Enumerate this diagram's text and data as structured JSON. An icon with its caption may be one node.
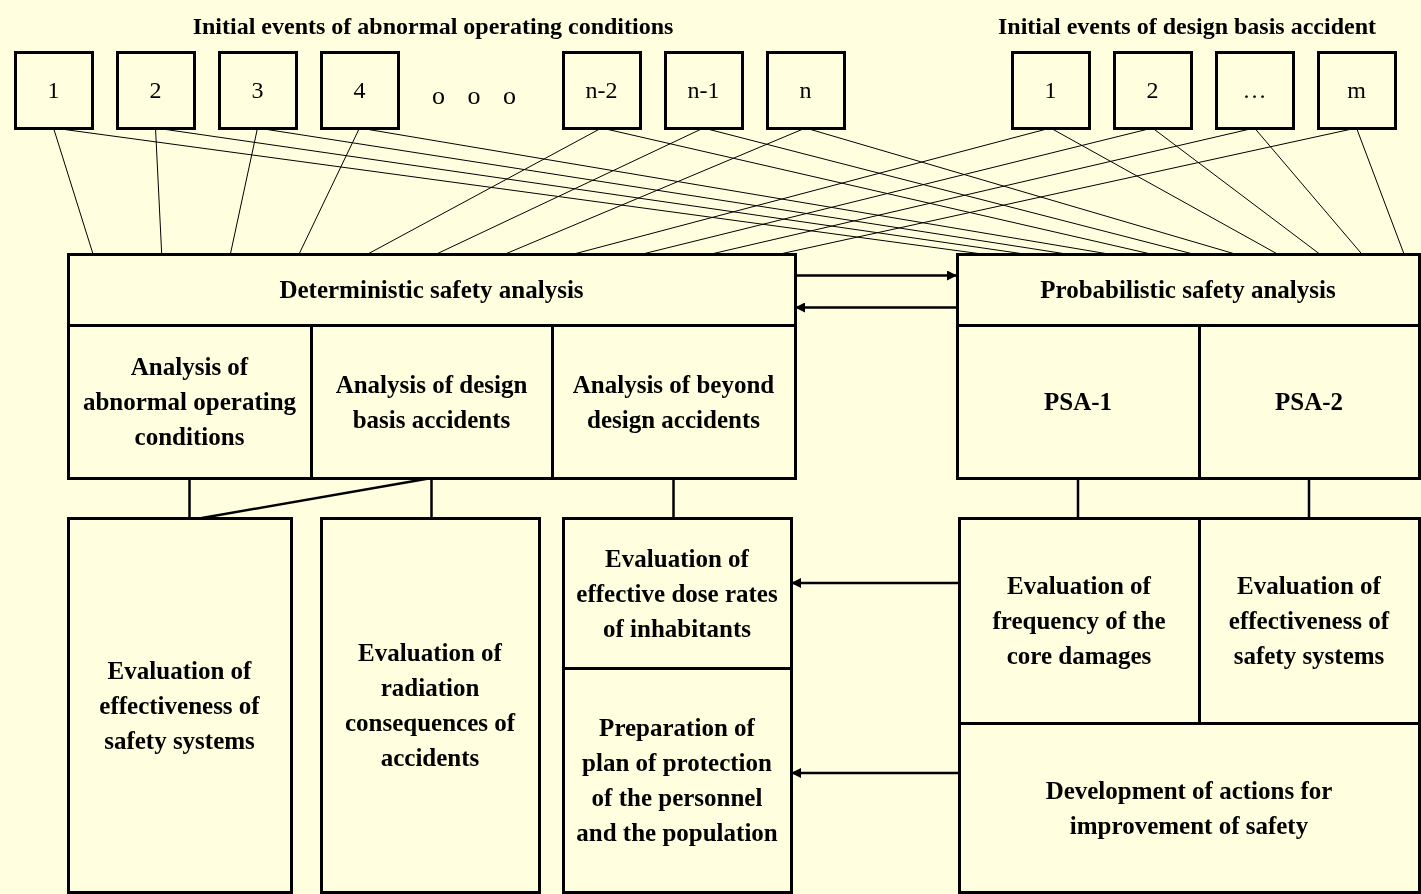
{
  "diagram": {
    "nodes": [
      {
        "text": [
          "1"
        ]
      },
      {
        "text": [
          "2"
        ]
      },
      {
        "text": [
          "3"
        ]
      },
      {
        "text": [
          "4"
        ]
      },
      {
        "text": [
          "n-2"
        ]
      },
      {
        "text": [
          "n-1"
        ]
      },
      {
        "text": [
          "n"
        ]
      },
      {
        "text": [
          "1"
        ]
      },
      {
        "text": [
          "2"
        ]
      },
      {
        "text": [
          "…"
        ]
      },
      {
        "text": [
          "m"
        ]
      },
      {
        "text": [
          "Deterministic safety analysis"
        ]
      },
      {
        "text": [
          "Analysis of abnormal operating conditions"
        ]
      },
      {
        "text": [
          "Analysis of design basis accidents"
        ]
      },
      {
        "text": [
          "Analysis of beyond design accidents"
        ]
      },
      {
        "text": [
          "Probabilistic safety analysis"
        ]
      },
      {
        "text": [
          "PSA-1"
        ]
      },
      {
        "text": [
          "PSA-2"
        ]
      },
      {
        "text": [
          "Evaluation of effectiveness of safety systems"
        ]
      },
      {
        "text": [
          "Evaluation of radiation consequences of accidents"
        ]
      },
      {
        "text": [
          "Evaluation of effective dose rates of inhabitants"
        ]
      },
      {
        "text": [
          "Preparation of plan of protection of the personnel and the population"
        ]
      },
      {
        "text": [
          "Evaluation of frequency of the core damages"
        ]
      },
      {
        "text": [
          "Evaluation of effectiveness of safety systems"
        ]
      },
      {
        "text": [
          "Development of actions for improvement of safety"
        ]
      }
    ],
    "edges": [
      {
        "from": 0,
        "to": 11,
        "arrow": "none"
      },
      {
        "from": 1,
        "to": 11,
        "arrow": "none"
      },
      {
        "from": 2,
        "to": 11,
        "arrow": "none"
      },
      {
        "from": 3,
        "to": 11,
        "arrow": "none"
      },
      {
        "from": 4,
        "to": 11,
        "arrow": "none"
      },
      {
        "from": 5,
        "to": 11,
        "arrow": "none"
      },
      {
        "from": 6,
        "to": 11,
        "arrow": "none"
      },
      {
        "from": 7,
        "to": 11,
        "arrow": "none"
      },
      {
        "from": 8,
        "to": 11,
        "arrow": "none"
      },
      {
        "from": 9,
        "to": 11,
        "arrow": "none"
      },
      {
        "from": 10,
        "to": 11,
        "arrow": "none"
      },
      {
        "from": 0,
        "to": 15,
        "arrow": "none"
      },
      {
        "from": 1,
        "to": 15,
        "arrow": "none"
      },
      {
        "from": 2,
        "to": 15,
        "arrow": "none"
      },
      {
        "from": 3,
        "to": 15,
        "arrow": "none"
      },
      {
        "from": 4,
        "to": 15,
        "arrow": "none"
      },
      {
        "from": 5,
        "to": 15,
        "arrow": "none"
      },
      {
        "from": 6,
        "to": 15,
        "arrow": "none"
      },
      {
        "from": 7,
        "to": 15,
        "arrow": "none"
      },
      {
        "from": 8,
        "to": 15,
        "arrow": "none"
      },
      {
        "from": 9,
        "to": 15,
        "arrow": "none"
      },
      {
        "from": 10,
        "to": 15,
        "arrow": "none"
      },
      {
        "from": 11,
        "to": 15,
        "arrow": "to"
      },
      {
        "from": 15,
        "to": 11,
        "arrow": "to"
      },
      {
        "from": 12,
        "to": 18,
        "arrow": "none"
      },
      {
        "from": 13,
        "to": 18,
        "arrow": "none"
      },
      {
        "from": 13,
        "to": 19,
        "arrow": "none"
      },
      {
        "from": 14,
        "to": 20,
        "arrow": "none"
      },
      {
        "from": 16,
        "to": 22,
        "arrow": "none"
      },
      {
        "from": 17,
        "to": 23,
        "arrow": "none"
      },
      {
        "from": 22,
        "to": 20,
        "arrow": "to"
      },
      {
        "from": 24,
        "to": 21,
        "arrow": "to"
      }
    ],
    "labels": [
      "Initial events of abnormal operating conditions",
      "o o o",
      "Initial events of design basis accident"
    ]
  }
}
